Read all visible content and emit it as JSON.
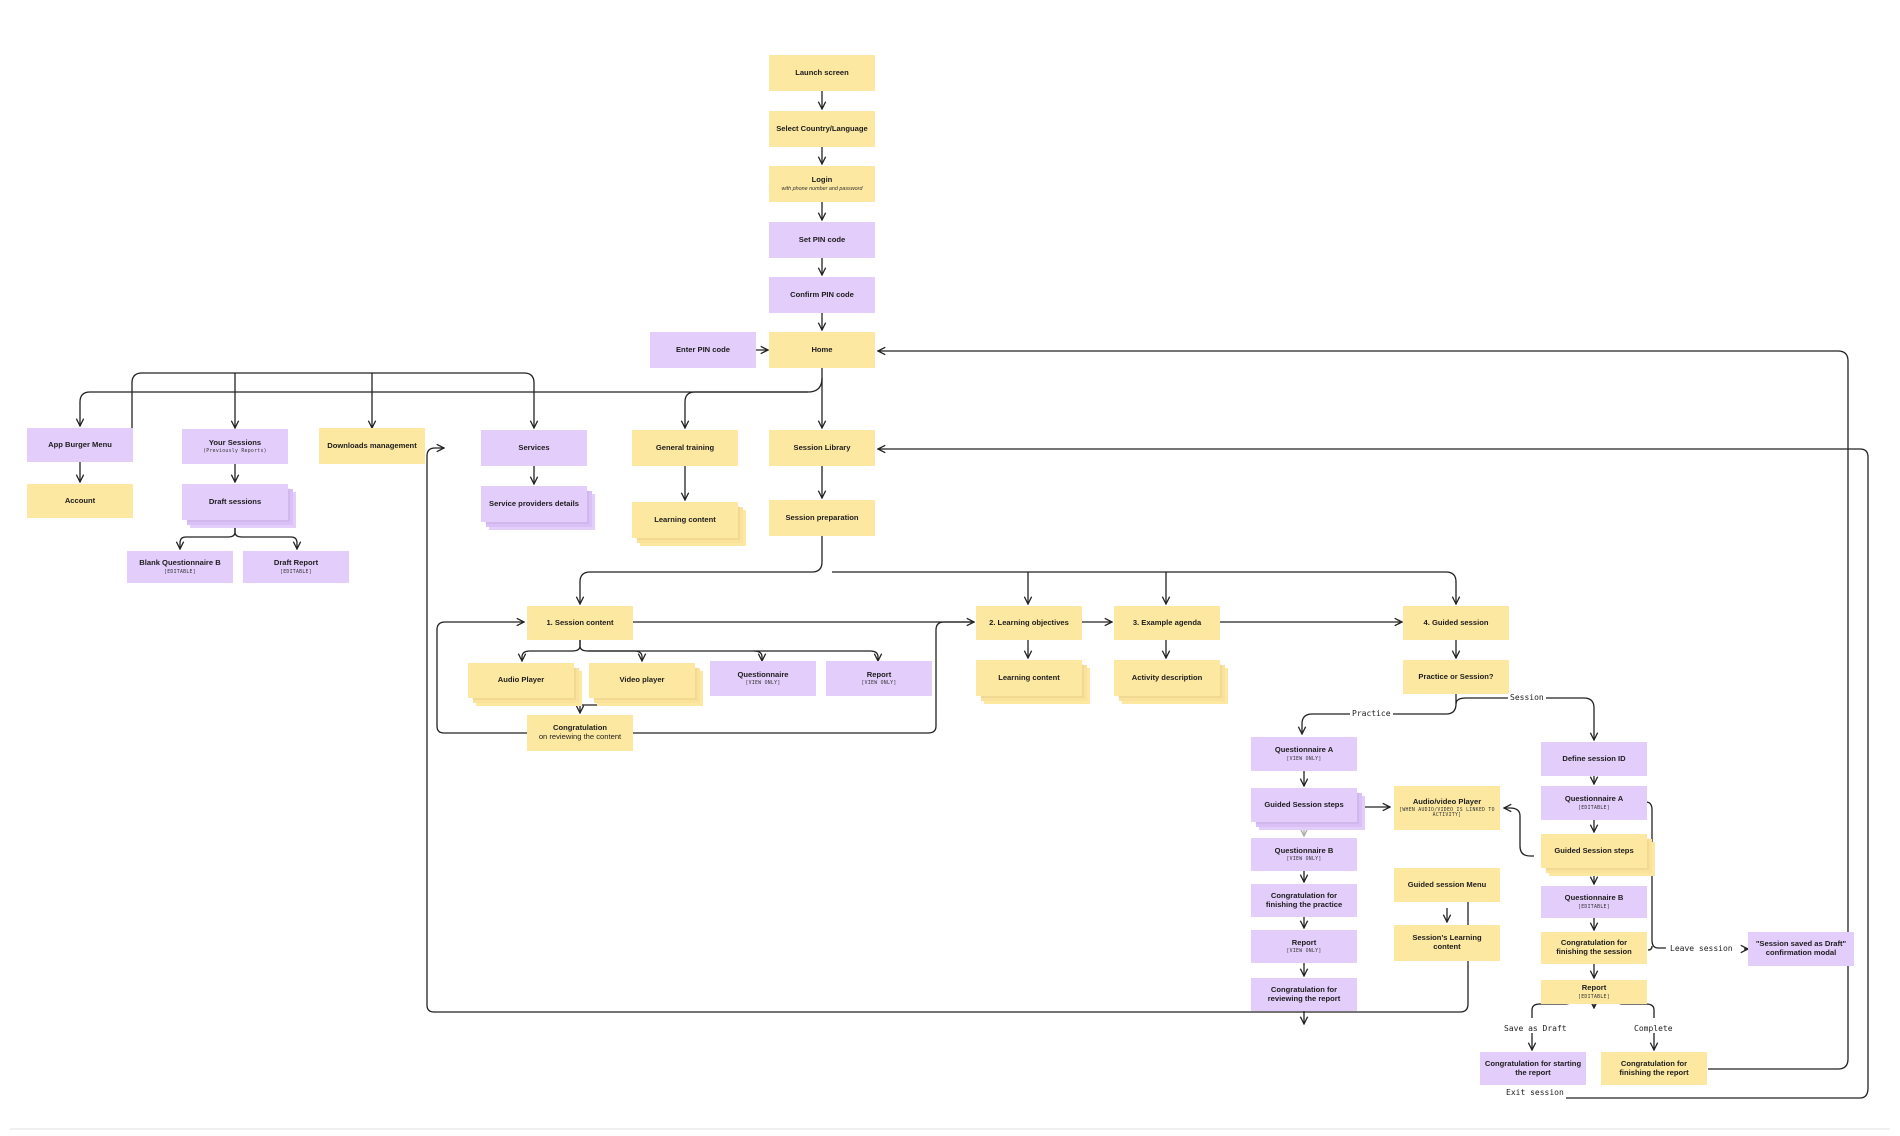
{
  "nodes": {
    "launch": {
      "title": "Launch screen"
    },
    "country": {
      "title": "Select Country/Language"
    },
    "login": {
      "title": "Login",
      "sub": "with phone number and password"
    },
    "set_pin": {
      "title": "Set PIN code"
    },
    "confirm_pin": {
      "title": "Confirm PIN code"
    },
    "enter_pin": {
      "title": "Enter PIN code"
    },
    "home": {
      "title": "Home"
    },
    "burger": {
      "title": "App Burger Menu"
    },
    "account": {
      "title": "Account"
    },
    "your_sessions": {
      "title": "Your Sessions",
      "sub": "(Previously Reports)"
    },
    "draft_sessions": {
      "title": "Draft sessions"
    },
    "blank_q_b": {
      "title": "Blank Questionnaire B",
      "sub": "[EDITABLE]"
    },
    "draft_report": {
      "title": "Draft Report",
      "sub": "[EDITABLE]"
    },
    "downloads": {
      "title": "Downloads management"
    },
    "services": {
      "title": "Services"
    },
    "service_providers": {
      "title": "Service providers details"
    },
    "general_training": {
      "title": "General training"
    },
    "gt_learning": {
      "title": "Learning content"
    },
    "session_library": {
      "title": "Session Library"
    },
    "session_prep": {
      "title": "Session preparation"
    },
    "s1": {
      "title": "1. Session content"
    },
    "audio": {
      "title": "Audio Player"
    },
    "video": {
      "title": "Video player"
    },
    "q_view": {
      "title": "Questionnaire",
      "sub": "[VIEW ONLY]"
    },
    "report_view": {
      "title": "Report",
      "sub": "[VIEW ONLY]"
    },
    "congrats_review": {
      "title": "Congratulation",
      "line2": "on reviewing the content"
    },
    "s2": {
      "title": "2. Learning objectives"
    },
    "lo_learning": {
      "title": "Learning content"
    },
    "s3": {
      "title": "3. Example agenda"
    },
    "activity_desc": {
      "title": "Activity description"
    },
    "s4": {
      "title": "4. Guided session"
    },
    "practice_or_session": {
      "title": "Practice or Session?"
    },
    "p_qa": {
      "title": "Questionnaire A",
      "sub": "[VIEW ONLY]"
    },
    "p_steps": {
      "title": "Guided Session steps"
    },
    "p_qb": {
      "title": "Questionnaire B",
      "sub": "[VIEW ONLY]"
    },
    "p_congrats": {
      "title": "Congratulation for finishing the practice"
    },
    "p_report": {
      "title": "Report",
      "sub": "[VIEW ONLY]"
    },
    "p_congrats_report": {
      "title": "Congratulation for reviewing the report"
    },
    "av_player": {
      "title": "Audio/video Player",
      "sub": "[WHEN AUDIO/VIDEO IS LINKED TO ACTIVITY]"
    },
    "gs_menu": {
      "title": "Guided session Menu"
    },
    "gs_learning": {
      "title": "Session's Learning content"
    },
    "define_id": {
      "title": "Define session ID"
    },
    "s_qa": {
      "title": "Questionnaire A",
      "sub": "[EDITABLE]"
    },
    "s_steps": {
      "title": "Guided Session steps"
    },
    "s_qb": {
      "title": "Questionnaire B",
      "sub": "[EDITABLE]"
    },
    "s_congrats": {
      "title": "Congratulation for finishing the session"
    },
    "s_report": {
      "title": "Report",
      "sub": "[EDITABLE]"
    },
    "saved_draft": {
      "title": "\"Session saved as Draft\" confirmation modal"
    },
    "congrats_start": {
      "title": "Congratulation for starting the report"
    },
    "congrats_finish": {
      "title": "Congratulation for finishing the report"
    }
  },
  "labels": {
    "practice": "Practice",
    "session": "Session",
    "leave_session": "Leave session",
    "save_as_draft": "Save as Draft",
    "complete": "Complete",
    "exit_session": "Exit session"
  },
  "colors": {
    "screen": "#fde8a2",
    "user_data_screen": "#e3cdfb",
    "connector": "#222222"
  }
}
